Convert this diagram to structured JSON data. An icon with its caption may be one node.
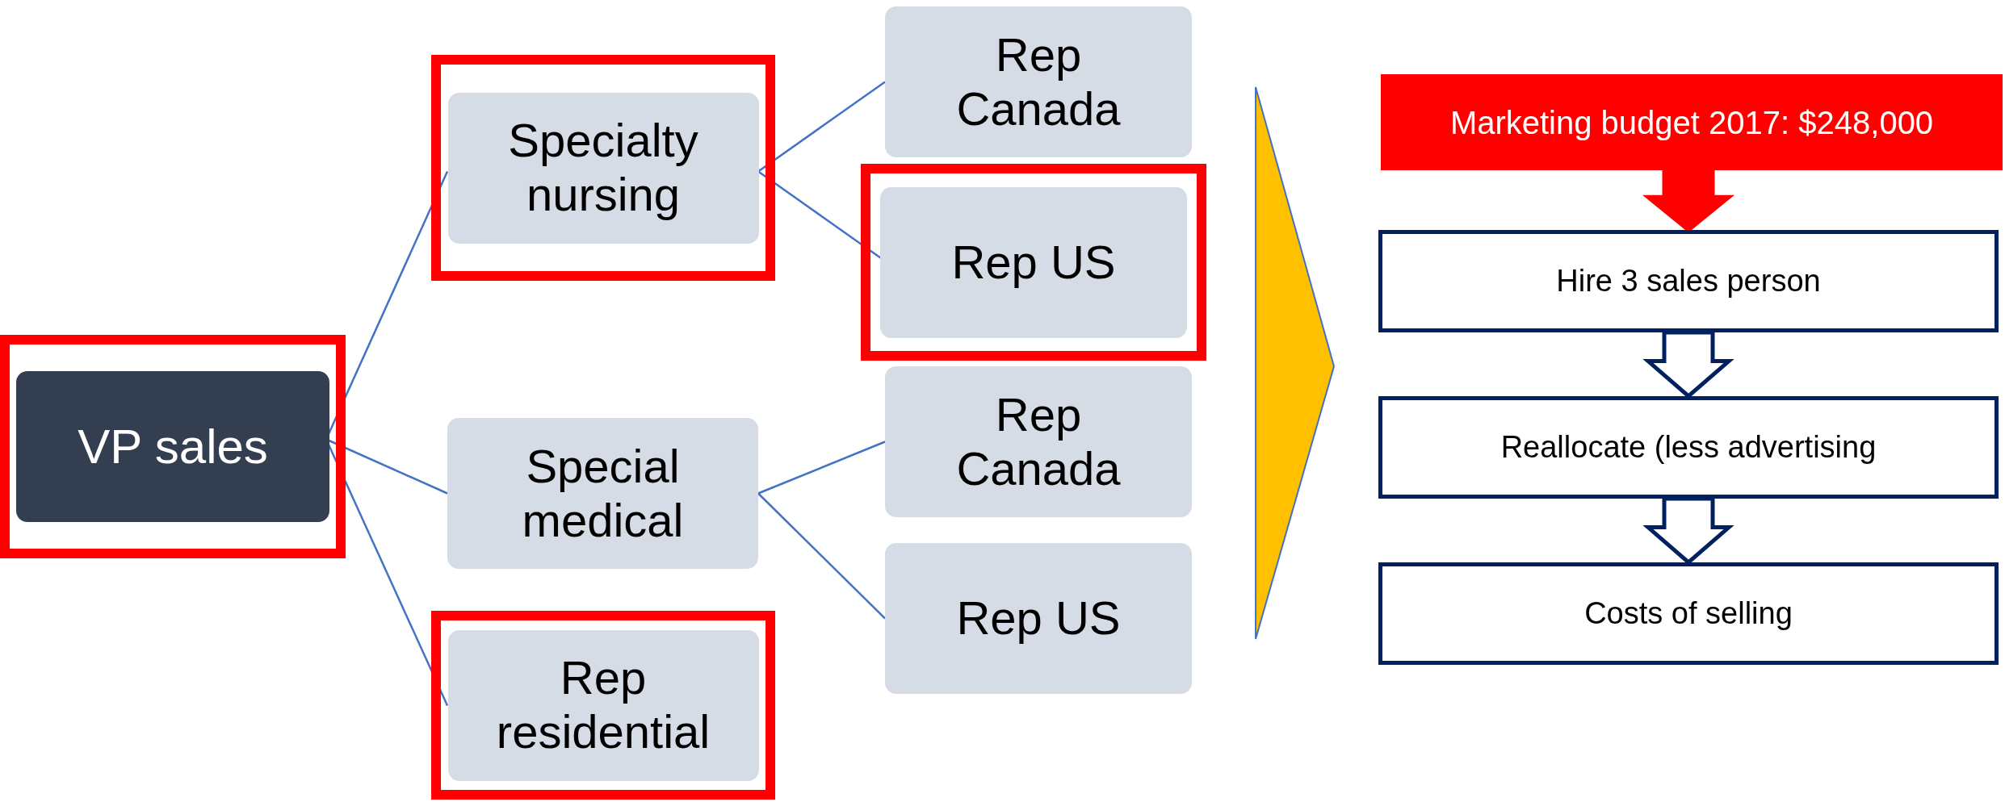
{
  "diagram": {
    "nodes": [
      {
        "text": [],
        "shape": "box"
      },
      {
        "text": [
          "VP sales"
        ],
        "in": 0
      },
      {
        "text": [],
        "shape": "box"
      },
      {
        "text": [
          "Specialty nursing"
        ],
        "in": 2
      },
      {
        "text": [
          "Rep Canada"
        ]
      },
      {
        "text": [],
        "shape": "box"
      },
      {
        "text": [
          "Rep US"
        ],
        "in": 5
      },
      {
        "text": [
          "Rep Canada"
        ]
      },
      {
        "text": [
          "Special medical"
        ]
      },
      {
        "text": [],
        "shape": "box"
      },
      {
        "text": [
          "Rep residential"
        ],
        "in": 9
      },
      {
        "text": [
          "Rep US"
        ]
      },
      {
        "text": [
          "Marketing budget 2017: $248,000"
        ]
      },
      {
        "text": [
          "Hire 3 sales person"
        ]
      },
      {
        "text": [
          "Reallocate (less advertising"
        ]
      },
      {
        "text": [
          "Costs of selling"
        ]
      }
    ],
    "edges": [
      {
        "from": 1,
        "to": 3,
        "arrow": "none"
      },
      {
        "from": 1,
        "to": 8,
        "arrow": "none"
      },
      {
        "from": 1,
        "to": 10,
        "arrow": "none"
      },
      {
        "from": 3,
        "to": 4,
        "arrow": "none"
      },
      {
        "from": 3,
        "to": 6,
        "arrow": "none"
      },
      {
        "from": 8,
        "to": 7,
        "arrow": "none"
      },
      {
        "from": 8,
        "to": 11,
        "arrow": "none"
      },
      {
        "from": 12,
        "to": 13,
        "arrow": "to",
        "style": "thick",
        "color": "#ff0000"
      },
      {
        "from": 13,
        "to": 14,
        "arrow": "to",
        "style": "thick"
      },
      {
        "from": 14,
        "to": 15,
        "arrow": "to",
        "style": "thick"
      }
    ]
  }
}
